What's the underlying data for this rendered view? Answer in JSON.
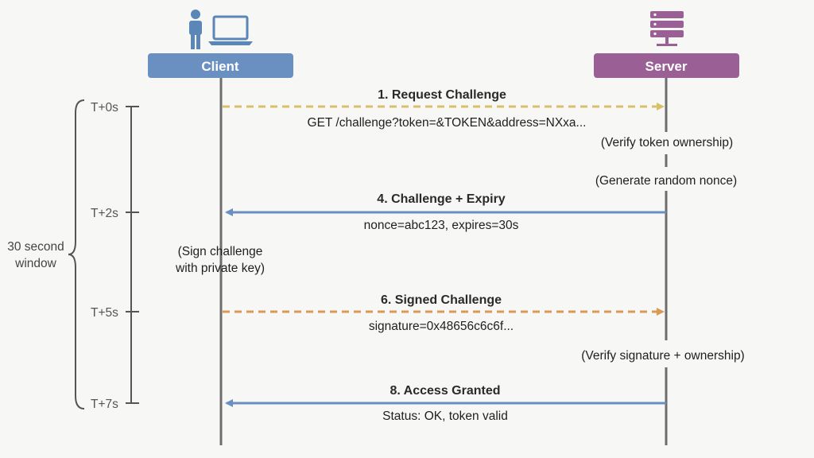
{
  "colors": {
    "client": "#6a8fc1",
    "server": "#9a5f95",
    "lifeline": "#6d6d6d",
    "request": "#d8c06a",
    "response": "#6a8fc1",
    "signed": "#d99a55",
    "icon_client": "#5b86b8",
    "icon_server": "#9a5f95"
  },
  "icons": {
    "client_person": "person-icon",
    "client_laptop": "laptop-icon",
    "server": "server-stack-icon"
  },
  "participants": {
    "client": "Client",
    "server": "Server"
  },
  "timeline": {
    "window_line1": "30 second",
    "window_line2": "window",
    "ticks": [
      "T+0s",
      "T+2s",
      "T+5s",
      "T+7s"
    ]
  },
  "messages": {
    "m1": {
      "title": "1. Request Challenge",
      "detail": "GET /challenge?token=&TOKEN&address=NXxa..."
    },
    "m4": {
      "title": "4. Challenge + Expiry",
      "detail": "nonce=abc123, expires=30s"
    },
    "m6": {
      "title": "6. Signed Challenge",
      "detail": "signature=0x48656c6c6f..."
    },
    "m8": {
      "title": "8. Access Granted",
      "detail": "Status: OK, token valid"
    }
  },
  "notes": {
    "verify_token": "(Verify token ownership)",
    "generate_nonce": "(Generate random nonce)",
    "sign_line1": "(Sign challenge",
    "sign_line2": "with private key)",
    "verify_signature": "(Verify signature + ownership)"
  }
}
